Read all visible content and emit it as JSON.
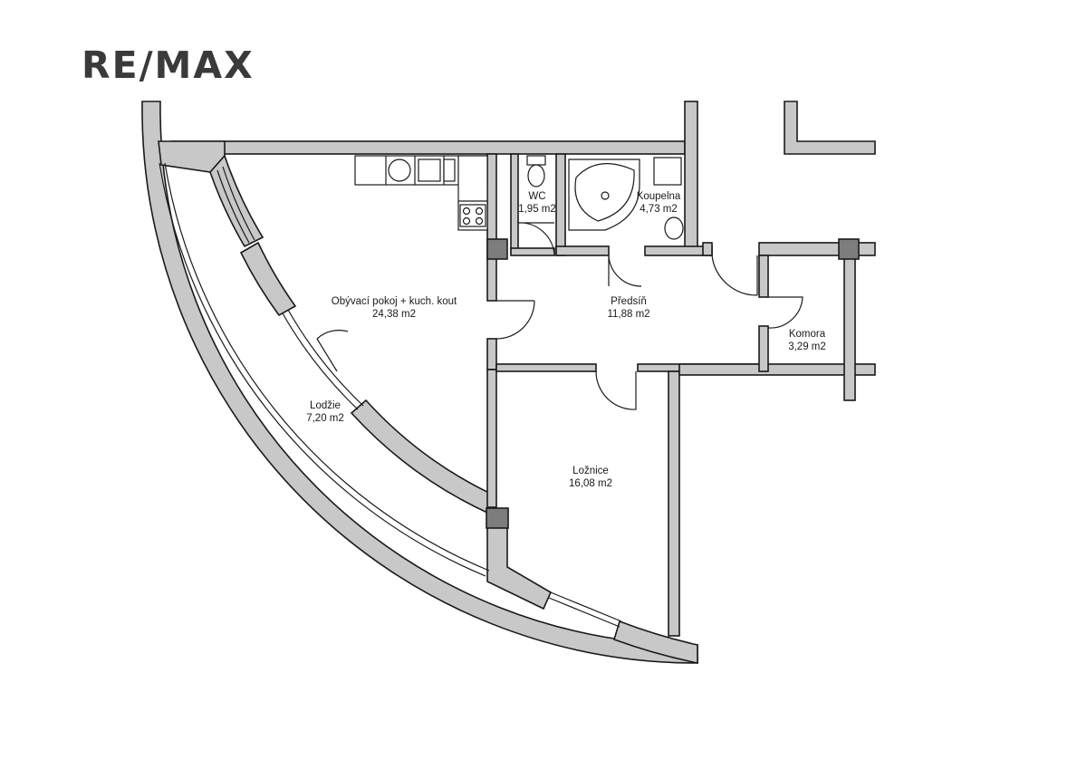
{
  "brand": {
    "logo_text": "RE/MAX"
  },
  "colors": {
    "wall_fill": "#c8c8c8",
    "wall_stroke": "#1a1a1a",
    "column_fill": "#7d7d7d",
    "logo": "#3a3a3a"
  },
  "rooms": [
    {
      "id": "obyvaci",
      "name": "Obývací pokoj + kuch. kout",
      "area": "24,38 m2"
    },
    {
      "id": "wc",
      "name": "WC",
      "area": "1,95 m2"
    },
    {
      "id": "koupelna",
      "name": "Koupelna",
      "area": "4,73 m2"
    },
    {
      "id": "predsin",
      "name": "Předsíň",
      "area": "11,88 m2"
    },
    {
      "id": "komora",
      "name": "Komora",
      "area": "3,29 m2"
    },
    {
      "id": "lodzie",
      "name": "Lodžie",
      "area": "7,20 m2"
    },
    {
      "id": "loznice",
      "name": "Ložnice",
      "area": "16,08 m2"
    }
  ]
}
